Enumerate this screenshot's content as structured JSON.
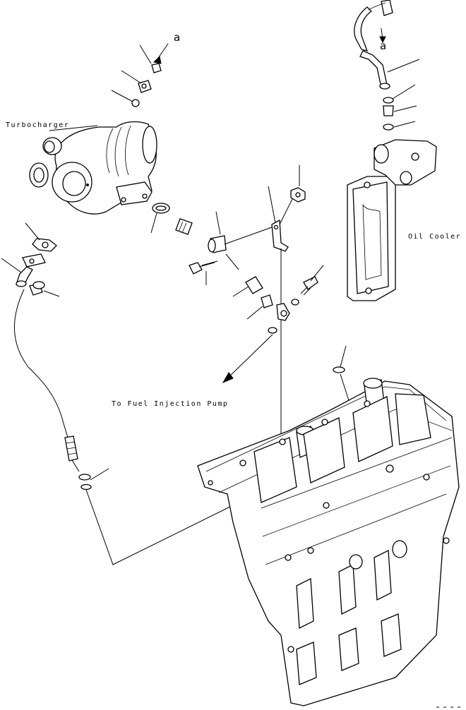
{
  "labels": {
    "turbocharger": "Turbocharger",
    "oil_cooler": "Oil Cooler",
    "to_fuel_pump": "To Fuel Injection Pump",
    "ref_a_left": "a",
    "ref_a_right": "a"
  },
  "colors": {
    "ink": "#000000",
    "paper": "#ffffff"
  }
}
